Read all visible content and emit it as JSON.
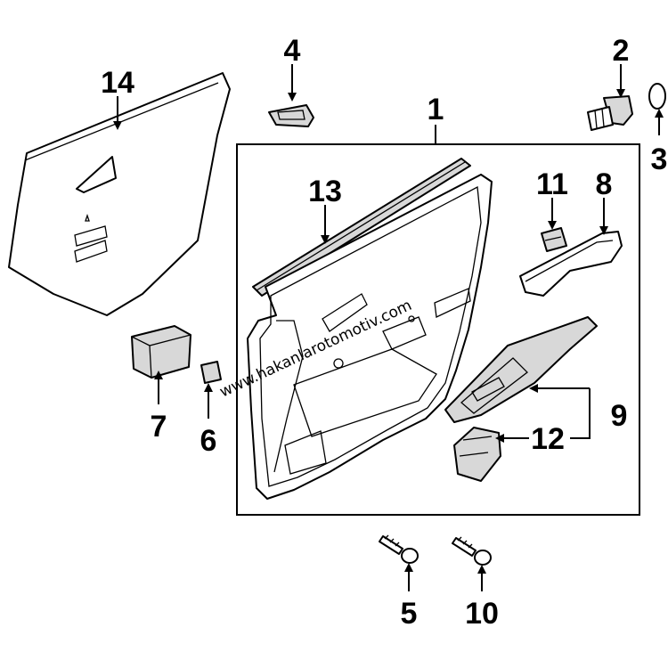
{
  "callouts": {
    "n1": "1",
    "n2": "2",
    "n3": "3",
    "n4": "4",
    "n5": "5",
    "n6": "6",
    "n7": "7",
    "n8": "8",
    "n9": "9",
    "n10": "10",
    "n11": "11",
    "n12": "12",
    "n13": "13",
    "n14": "14"
  },
  "watermark": "www.hakanlarotomotiv.com"
}
